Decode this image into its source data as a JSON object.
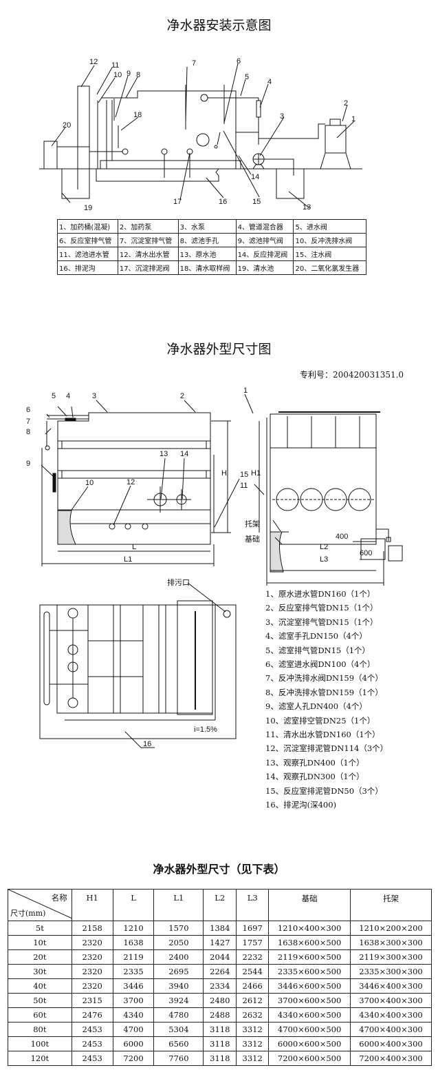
{
  "install_diagram": {
    "title": "净水器安装示意图",
    "callouts": [
      "1",
      "2",
      "3",
      "4",
      "5",
      "6",
      "7",
      "8",
      "9",
      "10",
      "11",
      "12",
      "13",
      "14",
      "15",
      "16",
      "17",
      "18",
      "19",
      "20"
    ],
    "legend": [
      [
        "1、加药桶(混凝)",
        "2、加药泵",
        "3、水泵",
        "4、管道混合器",
        "5、进水阀"
      ],
      [
        "6、反应室排气管",
        "7、沉淀室排气管",
        "8、滤池手孔",
        "9、滤池排气阀",
        "10、反冲洗排水阀"
      ],
      [
        "11、滤池进水管",
        "12、清水出水管",
        "13、原水池",
        "14、反应排泥阀",
        "15、注水阀"
      ],
      [
        "16、排泥沟",
        "17、沉淀排泥阀",
        "18、清水取样阀",
        "19、清水池",
        "20、二氧化氯发生器"
      ]
    ]
  },
  "outline_diagram": {
    "title": "净水器外型尺寸图",
    "patent": "专利号：200420031351.0",
    "callouts": [
      "1",
      "2",
      "3",
      "4",
      "5",
      "6",
      "7",
      "8",
      "9",
      "10",
      "11",
      "12",
      "13",
      "14",
      "15"
    ],
    "dim_labels": {
      "H": "H",
      "H1": "H1",
      "L": "L",
      "L1": "L1",
      "L2": "L2",
      "L3": "L3",
      "d400": "400",
      "d600": "600",
      "bracket": "托架",
      "foundation": "基础"
    },
    "plan": {
      "outlet": "排污口",
      "slope": "i=1.5%",
      "callout": "16"
    },
    "parts": [
      "1、原水进水管DN160（1个）",
      "2、反应室排气管DN15（1个）",
      "3、沉淀室排气管DN15（1个）",
      "4、滤室手孔DN150（4个）",
      "5、滤室排气管DN15（1个）",
      "6、滤室进水阀DN100（4个）",
      "7、反冲洗排水阀DN159（4个）",
      "8、反冲洗排水管DN159（1个）",
      "9、滤室人孔DN400（4个）",
      "10、滤室排空管DN25（1个）",
      "11、清水出水管DN160（1个）",
      "12、沉淀室排泥管DN114（3个）",
      "13、观察孔DN400（1个）",
      "14、观察孔DN300（1个）",
      "15、反应室排泥管DN50（3个）",
      "16、排泥沟(深400)"
    ]
  },
  "dimension_table": {
    "title": "净水器外型尺寸（见下表）",
    "corner_top": "名称",
    "corner_bottom": "尺寸(mm)",
    "headers": [
      "H1",
      "L",
      "L1",
      "L2",
      "L3",
      "基础",
      "托架"
    ],
    "rows": [
      [
        "5t",
        "2158",
        "1210",
        "1570",
        "1384",
        "1697",
        "1210×400×300",
        "1210×200×200"
      ],
      [
        "10t",
        "2320",
        "1638",
        "2050",
        "1427",
        "1757",
        "1638×600×500",
        "1638×300×300"
      ],
      [
        "20t",
        "2320",
        "2119",
        "2400",
        "2044",
        "2232",
        "2119×600×500",
        "2119×300×300"
      ],
      [
        "30t",
        "2320",
        "2335",
        "2695",
        "2264",
        "2544",
        "2335×600×500",
        "2335×300×300"
      ],
      [
        "40t",
        "2320",
        "3446",
        "3940",
        "2334",
        "2466",
        "3446×600×500",
        "3446×400×300"
      ],
      [
        "50t",
        "2315",
        "3700",
        "3924",
        "2480",
        "2612",
        "3700×600×500",
        "3700×400×300"
      ],
      [
        "60t",
        "2476",
        "4340",
        "4780",
        "2488",
        "2632",
        "4340×600×500",
        "4340×400×300"
      ],
      [
        "80t",
        "2453",
        "4700",
        "5304",
        "3118",
        "3312",
        "4700×600×500",
        "4700×400×300"
      ],
      [
        "100t",
        "2453",
        "6000",
        "6560",
        "3118",
        "3312",
        "6000×600×500",
        "6000×400×300"
      ],
      [
        "120t",
        "2453",
        "7200",
        "7760",
        "3118",
        "3312",
        "7200×600×500",
        "7200×400×300"
      ]
    ]
  }
}
